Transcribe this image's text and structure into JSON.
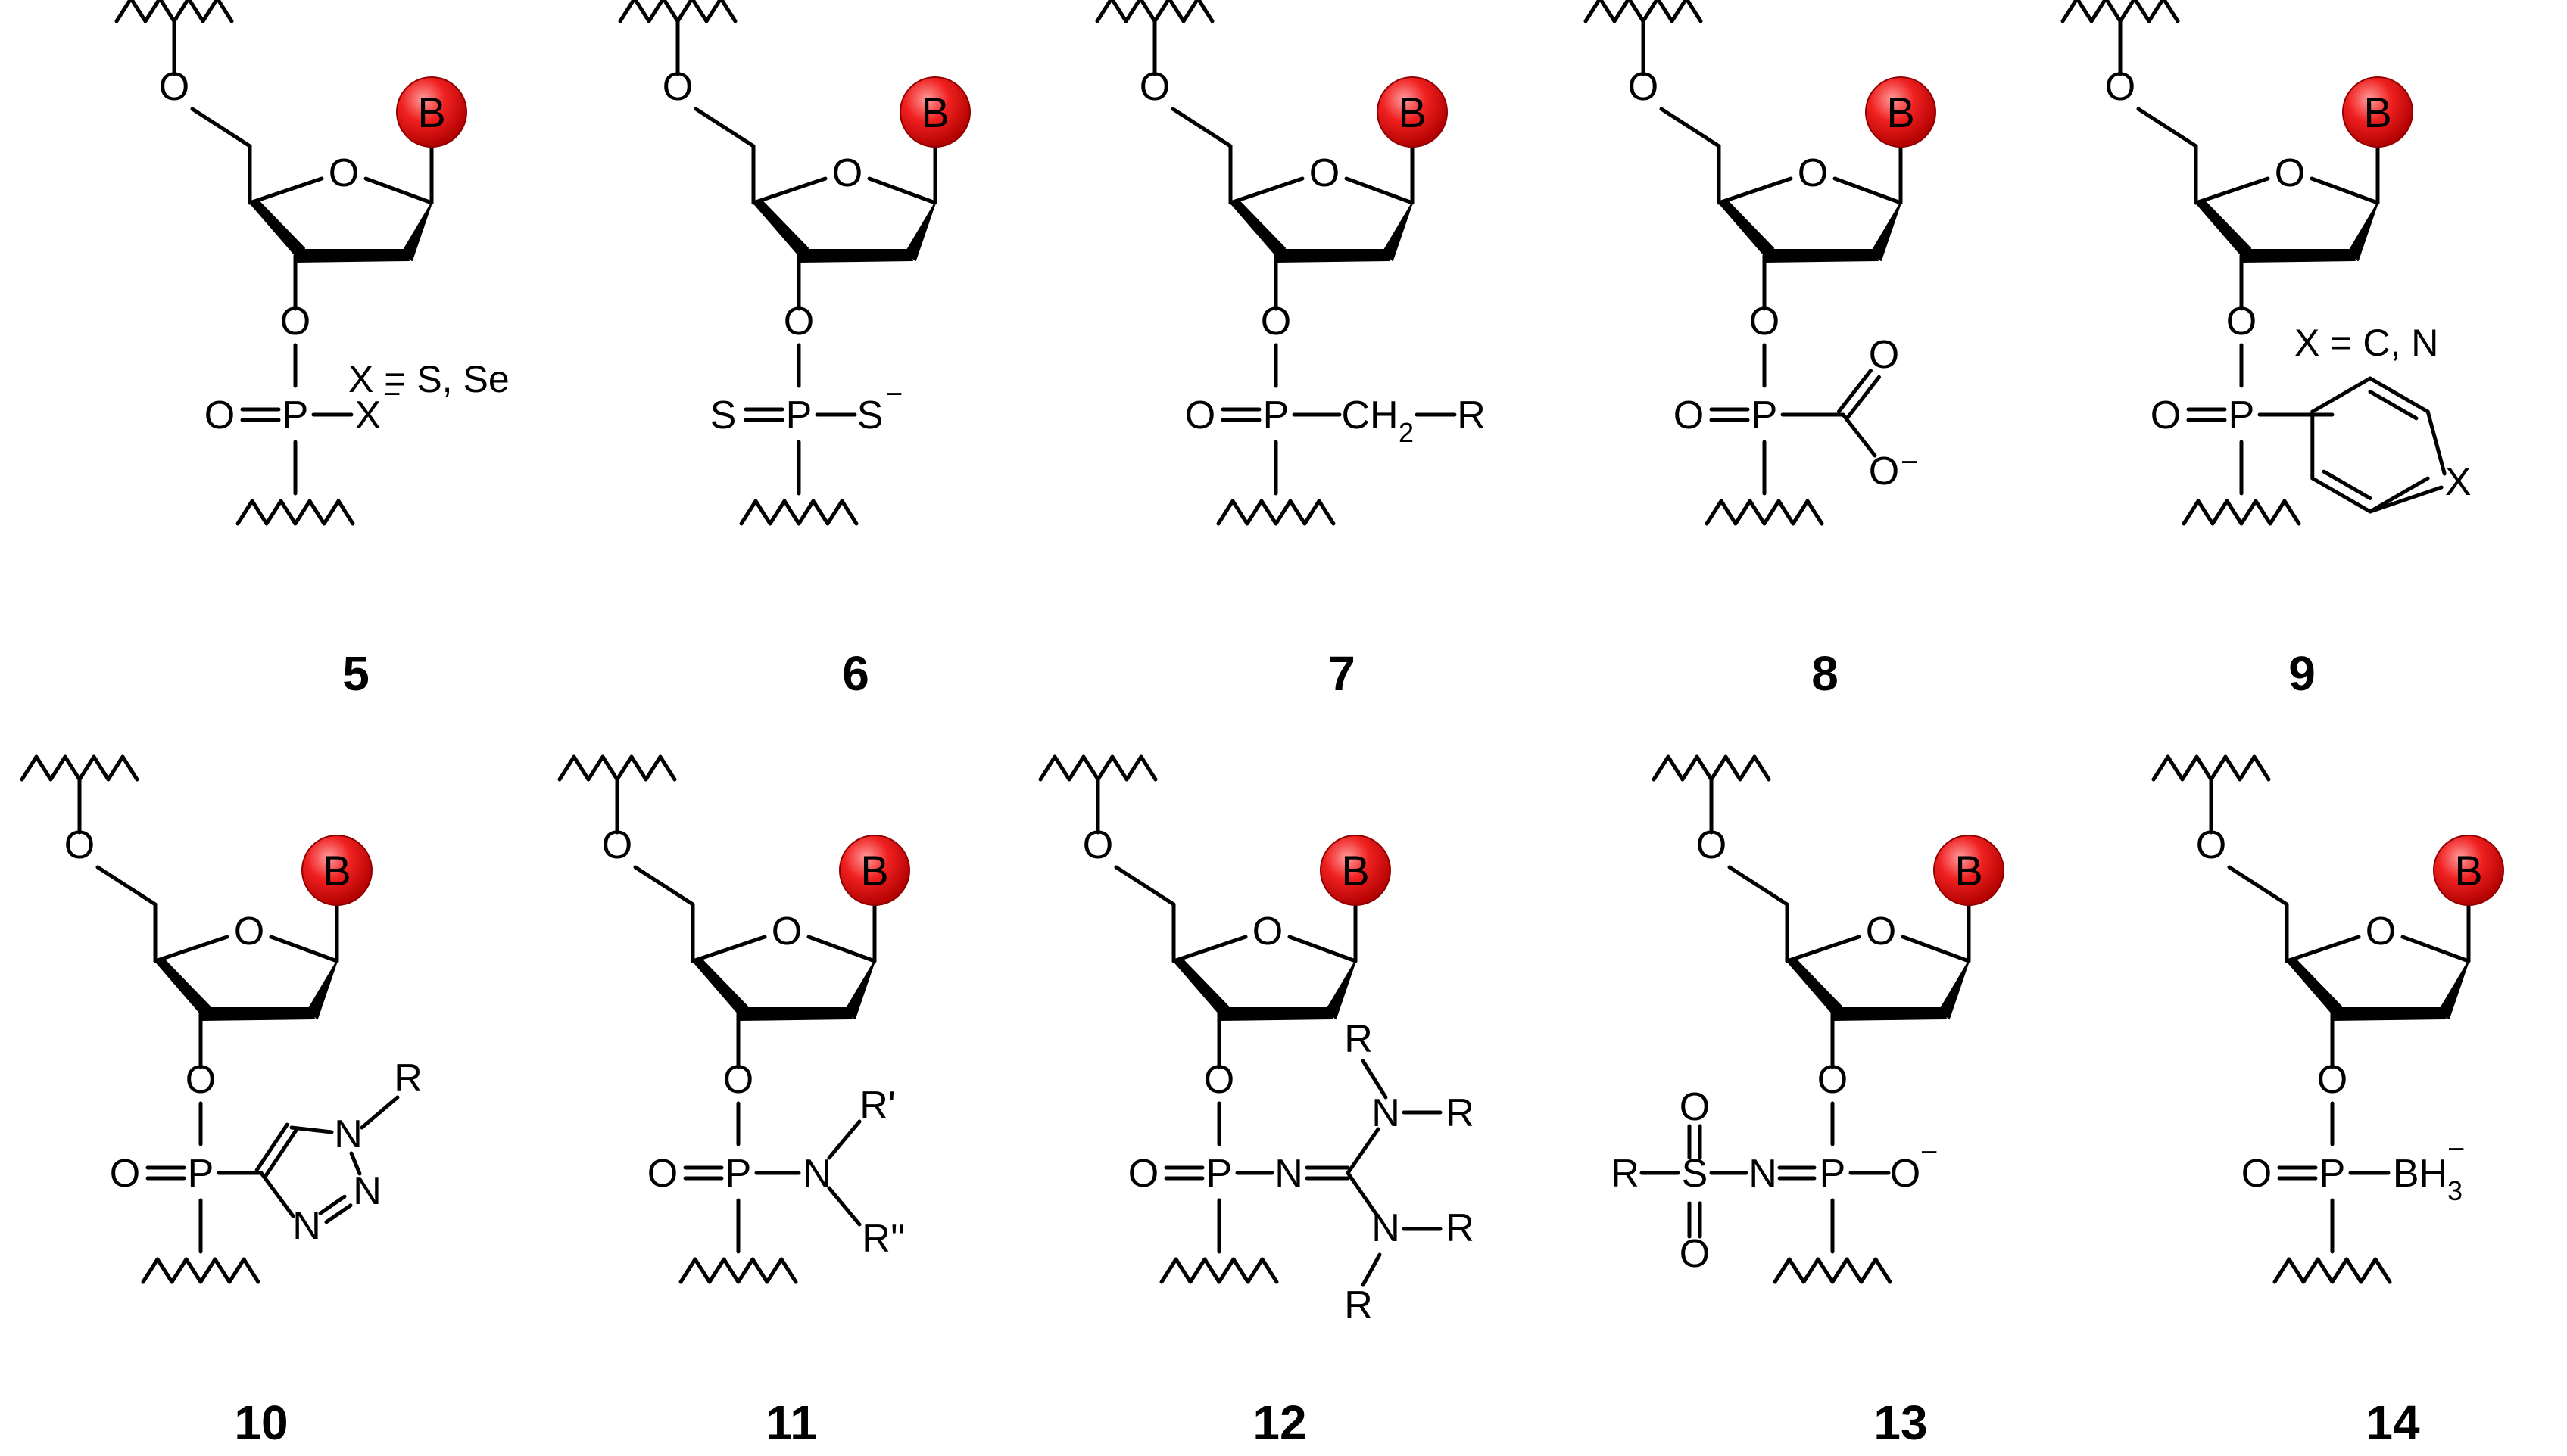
{
  "base_label": "B",
  "colors": {
    "base_fill": "#f02020",
    "base_highlight": "#ff9a9a",
    "bond": "#000000"
  },
  "compounds": [
    {
      "number": "5",
      "note": "X = S, Se"
    },
    {
      "number": "6",
      "note": ""
    },
    {
      "number": "7",
      "note": ""
    },
    {
      "number": "8",
      "note": ""
    },
    {
      "number": "9",
      "note": "X = C, N"
    },
    {
      "number": "10",
      "note": ""
    },
    {
      "number": "11",
      "note": ""
    },
    {
      "number": "12",
      "note": ""
    },
    {
      "number": "13",
      "note": ""
    },
    {
      "number": "14",
      "note": ""
    }
  ],
  "atoms": {
    "O": "O",
    "P": "P",
    "S": "S",
    "N": "N",
    "X": "X",
    "R": "R",
    "R1": "R'",
    "R2": "R''",
    "CH": "CH",
    "BH": "BH",
    "two": "2",
    "three": "3",
    "minus": "−"
  }
}
